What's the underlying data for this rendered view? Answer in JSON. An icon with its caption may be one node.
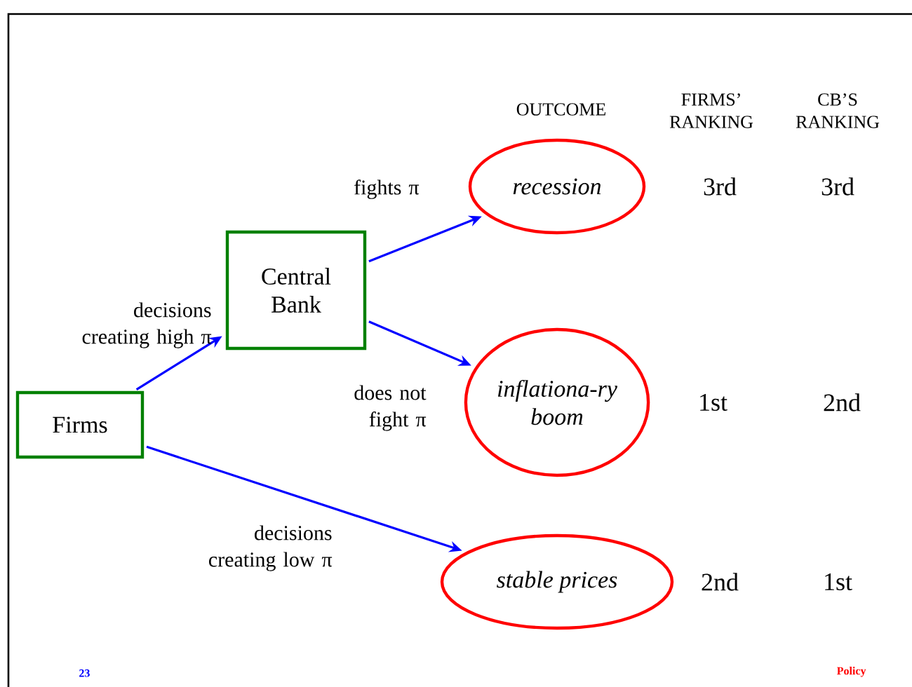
{
  "diagram": {
    "nodes": [
      {
        "text": [
          "Firms"
        ]
      },
      {
        "text": [
          "Central Bank"
        ]
      },
      {
        "text": [
          "recession"
        ]
      },
      {
        "text": [
          "inflationa-ry boom"
        ]
      },
      {
        "text": [
          "stable prices"
        ]
      }
    ],
    "edges": [
      {
        "from": 0,
        "to": 1,
        "arrow": "to",
        "label": "decisions creating high π"
      },
      {
        "from": 1,
        "to": 2,
        "arrow": "to",
        "label": "fights π"
      },
      {
        "from": 1,
        "to": 3,
        "arrow": "to",
        "label": "does not fight π"
      },
      {
        "from": 0,
        "to": 4,
        "arrow": "to",
        "label": "decisions creating low π"
      }
    ],
    "labels": [
      "OUTCOME",
      "FIRMS’ RANKING",
      "CB’S RANKING",
      "3rd",
      "3rd",
      "1st",
      "2nd",
      "2nd",
      "1st",
      "23",
      "Policy"
    ]
  }
}
